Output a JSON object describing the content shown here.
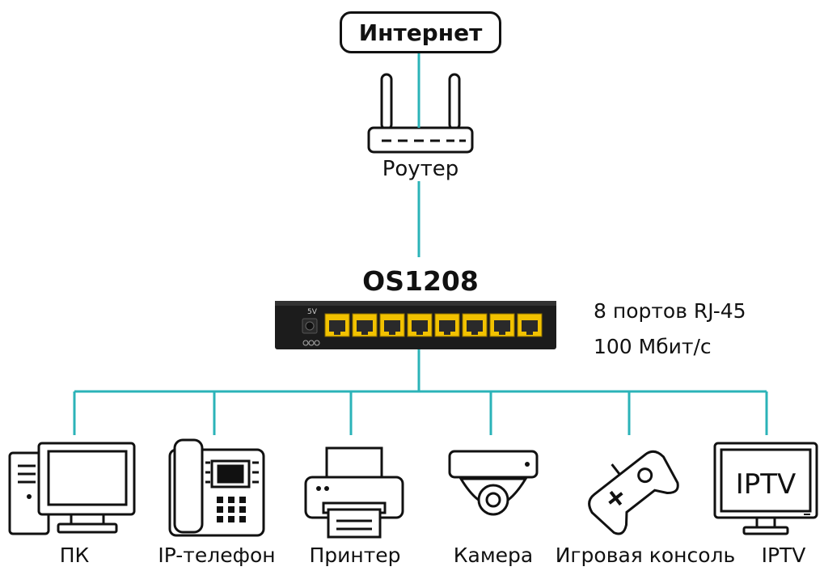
{
  "internet": {
    "label": "Интернет"
  },
  "router": {
    "label": "Роутер"
  },
  "switch": {
    "model": "OS1208",
    "panel_label": "5V",
    "specs": [
      "8 портов RJ-45",
      "100 Мбит/с"
    ]
  },
  "devices": [
    {
      "label": "ПК",
      "icon": "pc-icon"
    },
    {
      "label": "IP-телефон",
      "icon": "ip-phone-icon"
    },
    {
      "label": "Принтер",
      "icon": "printer-icon"
    },
    {
      "label": "Камера",
      "icon": "camera-icon"
    },
    {
      "label": "Игровая консоль",
      "icon": "gamepad-icon"
    },
    {
      "label": "IPTV",
      "icon": "tv-icon",
      "screen_text": "IPTV"
    }
  ],
  "colors": {
    "wire": "#2bb3b8",
    "port": "#f2c200",
    "switch_body": "#1c1c1c",
    "outline": "#111111"
  }
}
